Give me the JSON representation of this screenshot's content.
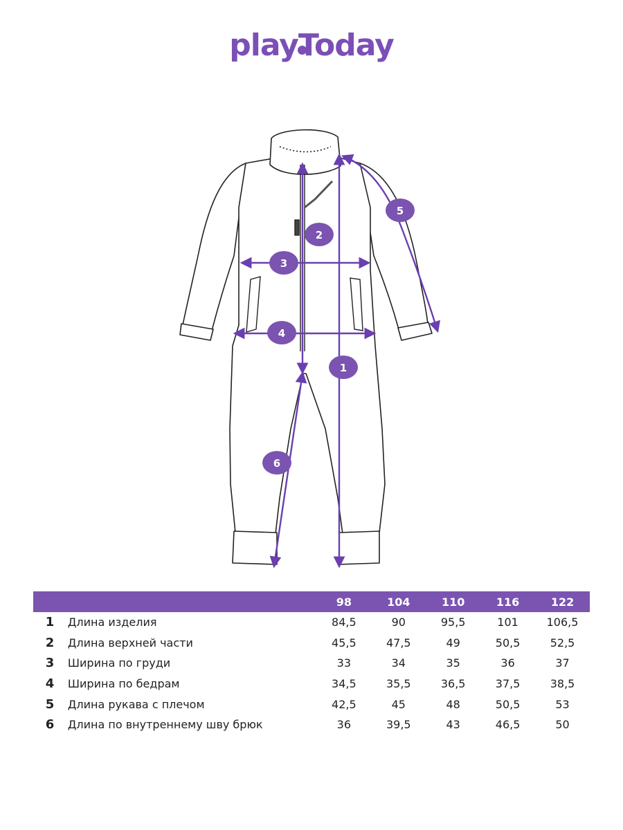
{
  "brand": {
    "logo_text": "playToday",
    "accent_color": "#7b4fb6"
  },
  "diagram": {
    "marker_labels": [
      "1",
      "2",
      "3",
      "4",
      "5",
      "6"
    ]
  },
  "table": {
    "header_color": "#7a54b0",
    "sizes": [
      "98",
      "104",
      "110",
      "116",
      "122"
    ],
    "rows": [
      {
        "num": "1",
        "label": "Длина изделия",
        "values": [
          "84,5",
          "90",
          "95,5",
          "101",
          "106,5"
        ]
      },
      {
        "num": "2",
        "label": "Длина верхней части",
        "values": [
          "45,5",
          "47,5",
          "49",
          "50,5",
          "52,5"
        ]
      },
      {
        "num": "3",
        "label": "Ширина по груди",
        "values": [
          "33",
          "34",
          "35",
          "36",
          "37"
        ]
      },
      {
        "num": "4",
        "label": "Ширина по бедрам",
        "values": [
          "34,5",
          "35,5",
          "36,5",
          "37,5",
          "38,5"
        ]
      },
      {
        "num": "5",
        "label": "Длина рукава с плечом",
        "values": [
          "42,5",
          "45",
          "48",
          "50,5",
          "53"
        ]
      },
      {
        "num": "6",
        "label": "Длина по внутреннему шву брюк",
        "values": [
          "36",
          "39,5",
          "43",
          "46,5",
          "50"
        ]
      }
    ]
  }
}
